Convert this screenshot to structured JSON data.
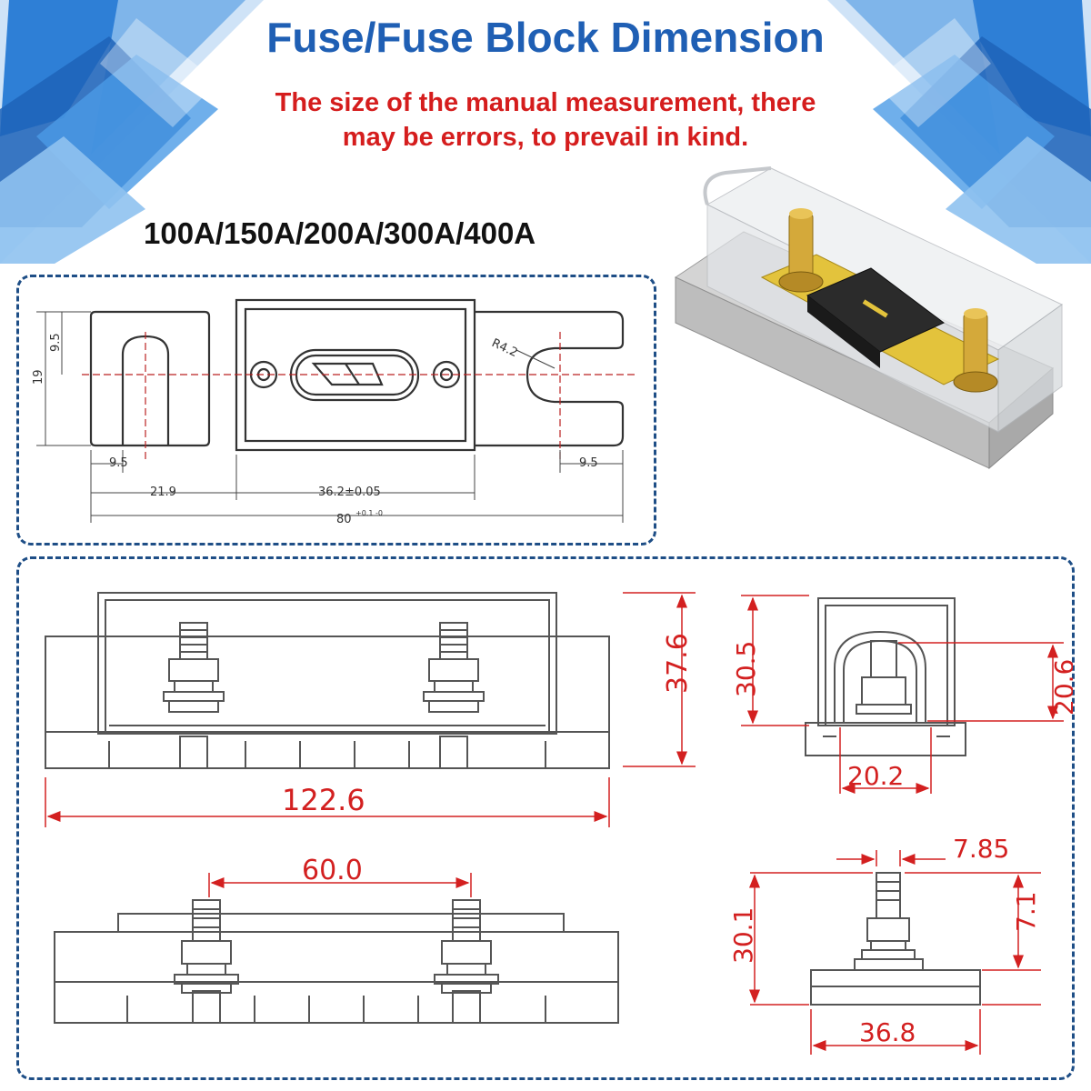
{
  "header": {
    "title": "Fuse/Fuse Block Dimension",
    "subtitle_line1": "The size of the manual measurement, there",
    "subtitle_line2": "may be errors, to prevail in kind.",
    "ratings": "100A/150A/200A/300A/400A"
  },
  "fuse_dims": {
    "d19": "19",
    "d9_5_v": "9.5",
    "d9_5_left": "9.5",
    "d21_9": "21.9",
    "d36_2": "36.2±0.05",
    "d80": "80",
    "d80_tol": "+0.1 -0",
    "d9_5_right": "9.5",
    "r4_2": "R4.2"
  },
  "block_dims": {
    "length": "122.6",
    "height": "37.6",
    "stud_spacing": "60.0",
    "side_height": "30.5",
    "side_inner": "20.6",
    "side_width": "20.2",
    "end_thread": "7.85",
    "end_height": "30.1",
    "end_stud": "7.1",
    "end_width": "36.8"
  },
  "colors": {
    "title_blue": "#1f5fb4",
    "subtitle_red": "#d51d1d",
    "dimension_red": "#d32020",
    "panel_border": "#1e4e86"
  }
}
